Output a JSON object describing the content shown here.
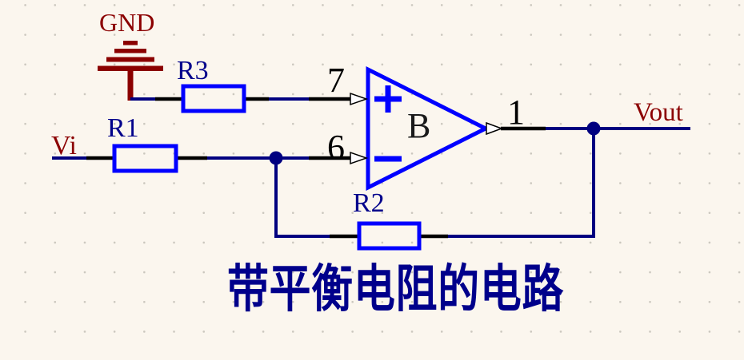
{
  "schematic": {
    "caption": "带平衡电阻的电路",
    "power_port": {
      "label": "GND"
    },
    "net_labels": {
      "input": "Vi",
      "output": "Vout"
    },
    "components": {
      "r1": {
        "designator": "R1"
      },
      "r2": {
        "designator": "R2"
      },
      "r3": {
        "designator": "R3"
      },
      "opamp": {
        "designator": "B",
        "noninverting_sign": "+",
        "inverting_sign": "−",
        "pins": {
          "noninverting": "7",
          "inverting": "6",
          "output": "1"
        }
      }
    },
    "colors": {
      "background": "#FBF6EE",
      "grid_dot": "#CBC7BE",
      "wire": "#000080",
      "pin_stub": "#000000",
      "component_outline": "#0000FF",
      "designator_text": "#00008B",
      "net_label_text": "#8B0000",
      "caption_text": "#00008B"
    }
  }
}
